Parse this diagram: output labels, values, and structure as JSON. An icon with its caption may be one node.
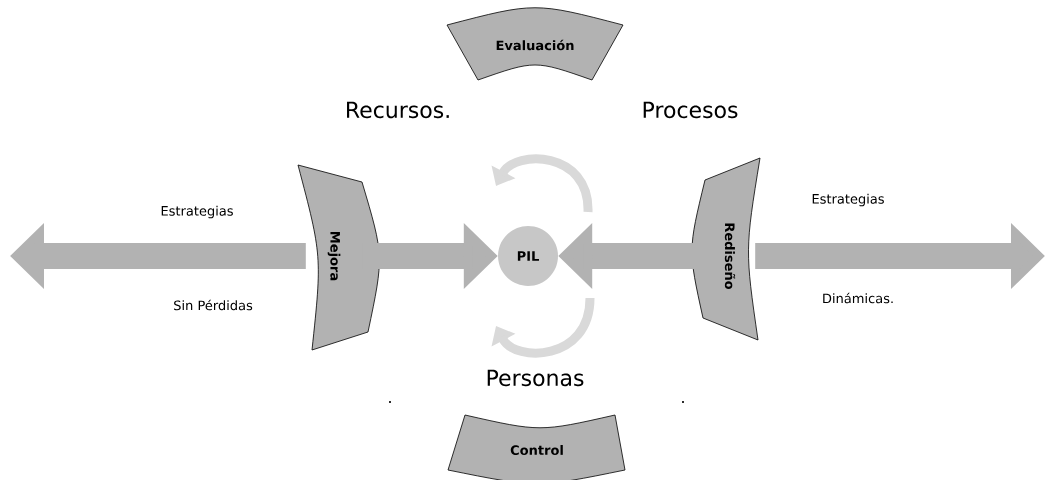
{
  "diagram": {
    "nodes": [
      {
        "text": [
          "Evaluación"
        ]
      },
      {
        "text": [
          "Mejora"
        ]
      },
      {
        "text": [
          "PIL"
        ]
      },
      {
        "text": [
          "Rediseño"
        ]
      },
      {
        "text": [
          "Control"
        ]
      }
    ],
    "edges": [
      {
        "from": 1,
        "to": null,
        "arrow": "to"
      },
      {
        "from": 1,
        "to": 2,
        "arrow": "to"
      },
      {
        "from": 3,
        "to": 2,
        "arrow": "to"
      },
      {
        "from": 3,
        "to": null,
        "arrow": "to"
      }
    ],
    "labels": [
      "Recursos.",
      "Procesos",
      "Estrategias",
      "Sin Pérdidas",
      "Estrategias",
      "Dinámicas.",
      "Personas",
      ".",
      "."
    ]
  }
}
